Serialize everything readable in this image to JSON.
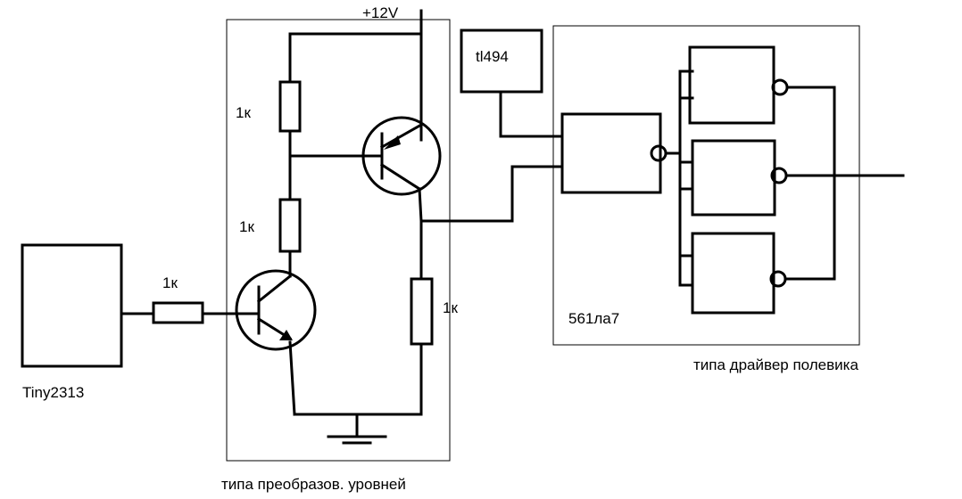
{
  "labels": {
    "supply": "+12V",
    "r_top": "1к",
    "r_mid": "1к",
    "r_in": "1к",
    "r_coll": "1к",
    "mcu": "Tiny2313",
    "pwm": "tl494",
    "logic": "561ла7",
    "level_shifter": "типа преобразов. уровней",
    "driver": "типа драйвер полевика"
  }
}
